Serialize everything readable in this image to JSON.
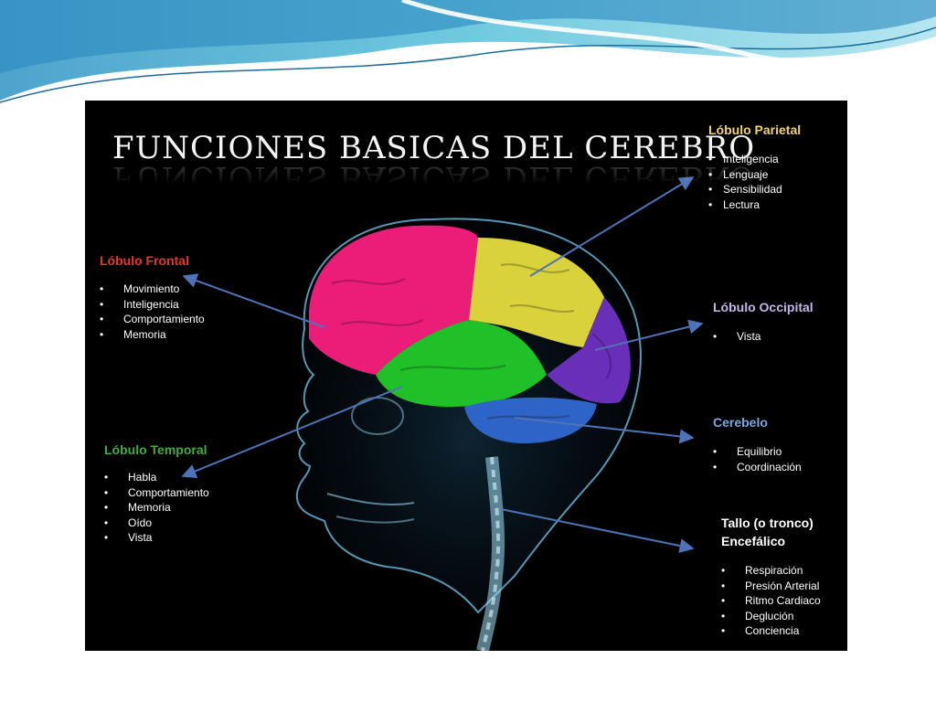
{
  "title": "FUNCIONES BASICAS DEL CEREBRO",
  "colors": {
    "frontal": "#e8352d",
    "parietal": "#f3d36b",
    "occipital": "#c6b5e8",
    "cerebelo": "#7aa6e0",
    "temporal": "#3fae3c",
    "tallo": "#ffffff",
    "arrow": "#4f73b8"
  },
  "lobes": {
    "frontal": {
      "heading": "Lóbulo Frontal",
      "items": [
        "Movimiento",
        "Inteligencia",
        "Comportamiento",
        "Memoria"
      ]
    },
    "parietal": {
      "heading": "Lóbulo Parietal",
      "items": [
        "Inteligencia",
        "Lenguaje",
        "Sensibilidad",
        "Lectura"
      ]
    },
    "occipital": {
      "heading": "Lóbulo Occipital",
      "items": [
        "Vista"
      ]
    },
    "cerebelo": {
      "heading": "Cerebelo",
      "items": [
        "Equilibrio",
        "Coordinación"
      ]
    },
    "temporal": {
      "heading": "Lóbulo Temporal",
      "items": [
        "Habla",
        "Comportamiento",
        "Memoria",
        "Oído",
        "Vista"
      ]
    },
    "tallo": {
      "heading_line1": "Tallo (o tronco)",
      "heading_line2": "Encefálico",
      "items": [
        "Respiración",
        "Presión Arterial",
        "Ritmo Cardiaco",
        "Deglución",
        "Conciencia"
      ]
    }
  }
}
